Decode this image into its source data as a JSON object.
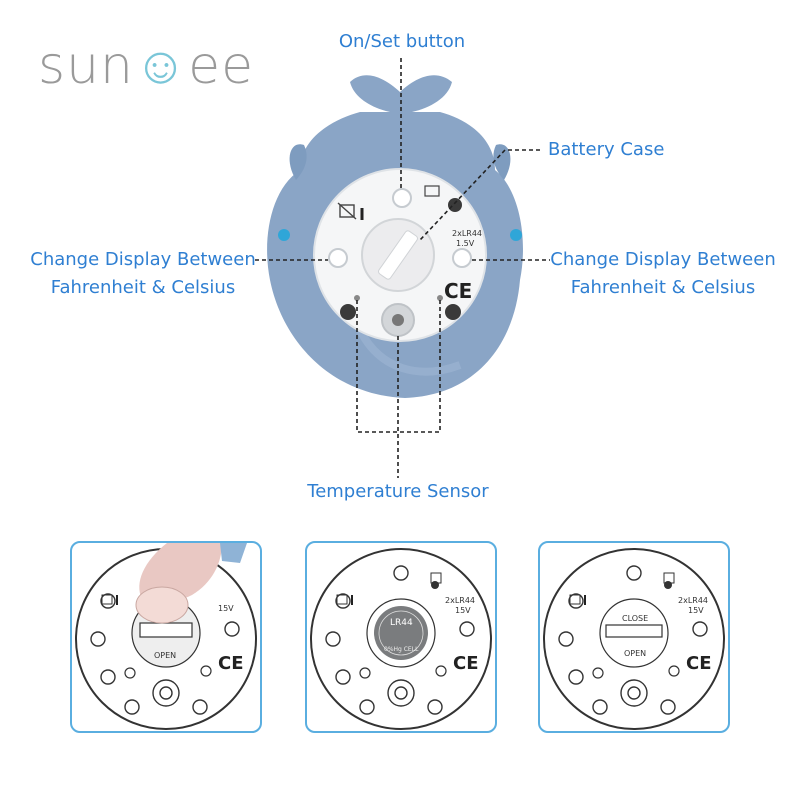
{
  "logo": {
    "text_pre": "sun",
    "text_smile": "☺",
    "text_post": "ee"
  },
  "callouts": {
    "on_set": "On/Set button",
    "battery": "Battery Case",
    "display_left_1": "Change Display Between",
    "display_left_2": "Fahrenheit & Celsius",
    "display_right_1": "Change Display Between",
    "display_right_2": "Fahrenheit & Celsius",
    "sensor": "Temperature Sensor"
  },
  "device_back": {
    "battery_spec_1": "2xLR44",
    "battery_spec_2": "1.5V",
    "ce_mark": "CE"
  },
  "steps": [
    {
      "spec_1": "",
      "spec_2": "15V",
      "lid_label": "OPEN",
      "ce_mark": "CE"
    },
    {
      "spec_1": "2xLR44",
      "spec_2": "15V",
      "battery_label": "LR44",
      "battery_sub": "0%Hg CELL",
      "ce_mark": "CE"
    },
    {
      "spec_1": "2xLR44",
      "spec_2": "15V",
      "lid_label_top": "CLOSE",
      "lid_label_bottom": "OPEN",
      "ce_mark": "CE"
    }
  ],
  "colors": {
    "accent": "#2f7fd2",
    "panel_border": "#5aaee0",
    "device_body": "#8aa5c6",
    "logo_gray": "#9a9a9a"
  }
}
